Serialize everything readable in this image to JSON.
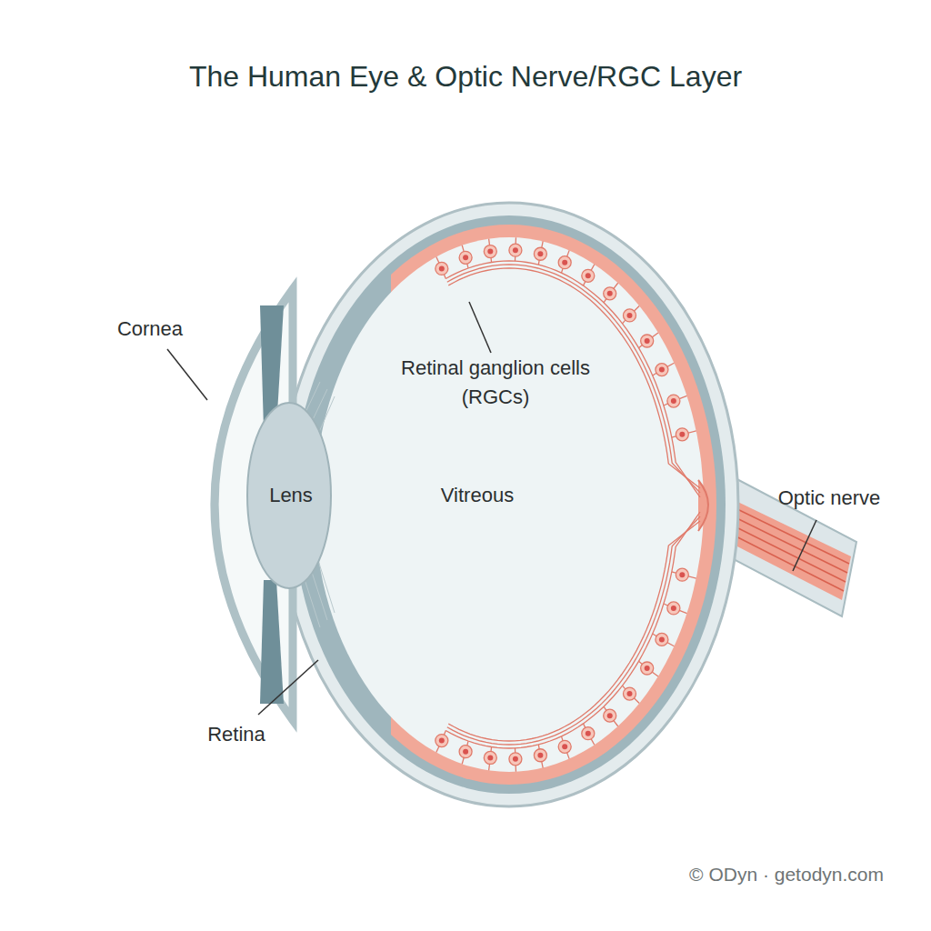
{
  "diagram": {
    "title": "The Human Eye & Optic Nerve/RGC Layer",
    "labels": [
      "Cornea",
      "Retinal ganglion cells (RGCs)",
      "Lens",
      "Vitreous",
      "Optic nerve",
      "Retina",
      "© ODyn · getodyn.com"
    ]
  }
}
